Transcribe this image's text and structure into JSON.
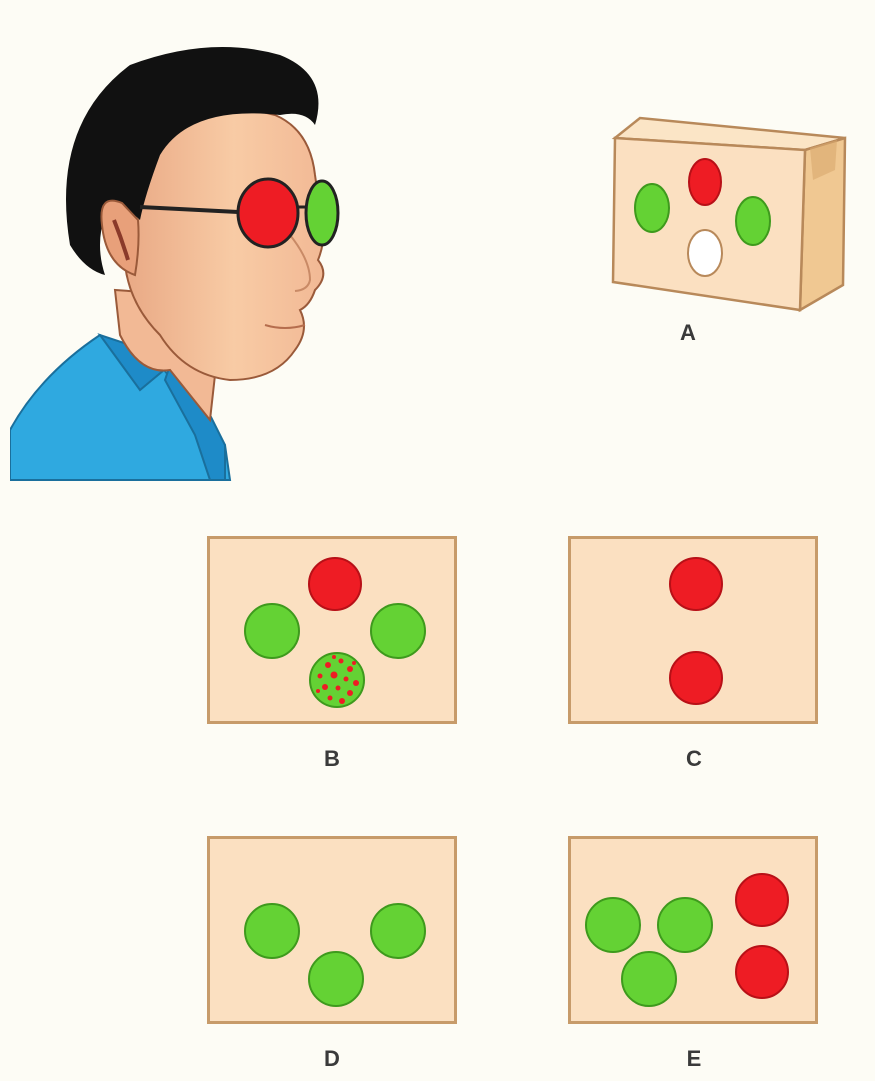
{
  "labels": {
    "a": "A",
    "b": "B",
    "c": "C",
    "d": "D",
    "e": "E"
  },
  "colors": {
    "background": "#fdfcf5",
    "card": "#fbe0c1",
    "card_border": "#c79b6a",
    "red": "#ee1c24",
    "green": "#64d234",
    "shirt": "#2fa9e0",
    "skin": "#f6c39a",
    "hair": "#111111",
    "label": "#3a3a3a"
  },
  "icons": {
    "viewer": "person-with-red-green-glasses",
    "box": "four-light-test-box"
  },
  "panels": [
    {
      "id": "B",
      "lights": [
        "red",
        "green",
        "green",
        "mixed"
      ]
    },
    {
      "id": "C",
      "lights": [
        "red",
        "red"
      ]
    },
    {
      "id": "D",
      "lights": [
        "green",
        "green",
        "green"
      ]
    },
    {
      "id": "E",
      "lights": [
        "green",
        "green",
        "green",
        "red",
        "red"
      ]
    }
  ]
}
